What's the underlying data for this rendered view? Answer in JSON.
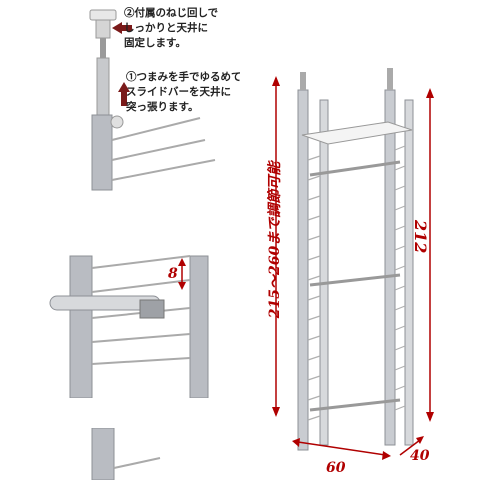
{
  "callouts": {
    "step2": [
      "②付属のねじ回しで",
      "しっかりと天井に",
      "固定します。"
    ],
    "step1": [
      "①つまみを手でゆるめて",
      "スライドバーを天井に",
      "突っ張ります。"
    ]
  },
  "dimensions": {
    "shelf_pitch": "8",
    "adjustable_height": "215～260まで調節可能",
    "total_height": "212",
    "width": "60",
    "depth": "40"
  },
  "colors": {
    "dimension_red": "#b00000",
    "frame_silver": "#b9bcc2",
    "arrow_dark_red": "#7a1a1a"
  }
}
